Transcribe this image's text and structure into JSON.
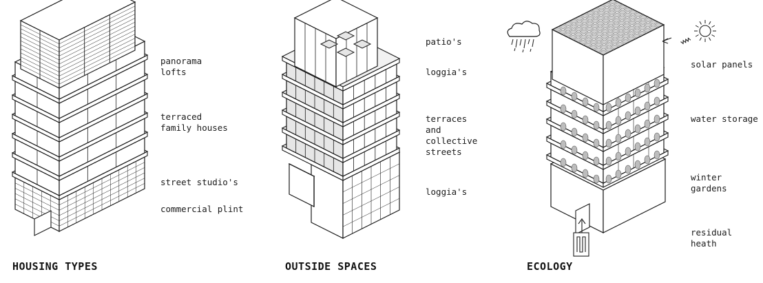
{
  "panels": [
    {
      "title": "HOUSING TYPES",
      "labels": [
        "panorama\nlofts",
        "terraced\nfamily houses",
        "street studio's",
        "commercial plint"
      ]
    },
    {
      "title": "OUTSIDE SPACES",
      "labels": [
        "patio's",
        "loggia's",
        "terraces\nand\ncollective\nstreets",
        "loggia's"
      ]
    },
    {
      "title": "ECOLOGY",
      "labels": [
        "solar panels",
        "water storage",
        "winter gardens",
        "residual heath"
      ]
    }
  ],
  "icons": [
    "cloud-rain-icon",
    "sun-icon",
    "heat-arrow-icon"
  ],
  "colors": {
    "line": "#1a1a1a",
    "slab": "#f2f2f2",
    "shade": "#e6e6e6",
    "tree": "#bdbdbd"
  }
}
